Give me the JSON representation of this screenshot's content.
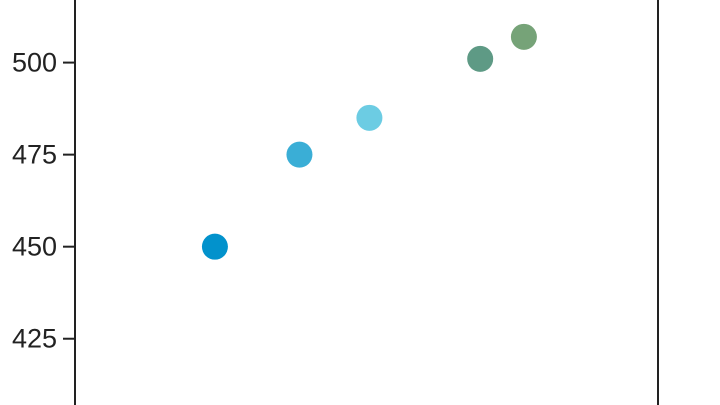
{
  "chart_data": {
    "type": "scatter",
    "title": "",
    "xlabel": "",
    "ylabel": "",
    "ylim": [
      407,
      517
    ],
    "xlim": [
      0,
      10
    ],
    "y_ticks": [
      {
        "value": 425,
        "label": "425"
      },
      {
        "value": 450,
        "label": "450"
      },
      {
        "value": 475,
        "label": "475"
      },
      {
        "value": 500,
        "label": "500"
      }
    ],
    "points": [
      {
        "x": 2.4,
        "y": 450,
        "color": "#0292cc"
      },
      {
        "x": 3.85,
        "y": 475,
        "color": "#3aaed6"
      },
      {
        "x": 5.05,
        "y": 485,
        "color": "#6ccce3"
      },
      {
        "x": 6.95,
        "y": 501,
        "color": "#5e9a85"
      },
      {
        "x": 7.7,
        "y": 507,
        "color": "#76a378"
      }
    ]
  }
}
